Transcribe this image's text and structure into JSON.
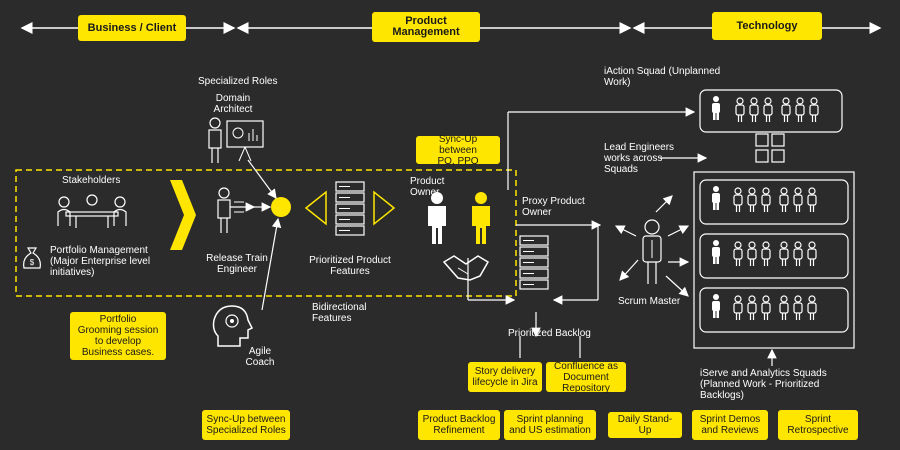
{
  "headers": {
    "business": "Business / Client",
    "product": "Product Management",
    "technology": "Technology"
  },
  "labels": {
    "specialized_roles": "Specialized Roles",
    "domain_architect": "Domain\nArchitect",
    "stakeholders": "Stakeholders",
    "portfolio_mgmt": "Portfolio Management\n(Major Enterprise level\ninitiatives)",
    "release_train": "Release Train\nEngineer",
    "prioritized_features": "Prioritized Product\nFeatures",
    "product_owner": "Product\nOwner",
    "proxy_product_owner": "Proxy Product\nOwner",
    "bidirectional": "Bidirectional\nFeatures",
    "agile_coach": "Agile\nCoach",
    "prioritized_backlog": "Prioritized Backlog",
    "scrum_master": "Scrum Master",
    "iaction_squad": "iAction Squad (Unplanned\nWork)",
    "lead_engineers": "Lead Engineers\nworks across\nSquads",
    "iserve_squads": "iServe and Analytics Squads\n(Planned Work - Prioritized\nBacklogs)"
  },
  "boxes": {
    "sync_po_ppo": "Sync-Up between\nPO, PPO",
    "portfolio_grooming": "Portfolio\nGrooming session\nto develop\nBusiness cases.",
    "story_delivery": "Story delivery\nlifecycle in Jira",
    "confluence": "Confluence as\nDocument\nRepository",
    "sync_specialized": "Sync-Up between\nSpecialized Roles",
    "backlog_refinement": "Product Backlog\nRefinement",
    "sprint_planning": "Sprint planning\nand US estimation",
    "daily_standup": "Daily Stand-Up",
    "sprint_demos": "Sprint Demos\nand Reviews",
    "sprint_retro": "Sprint\nRetrospective"
  },
  "colors": {
    "background": "#2b2b2b",
    "accent": "#ffe600",
    "line": "#ffffff"
  },
  "icons": [
    "people-meeting-icon",
    "money-bag-icon",
    "presenter-icon",
    "chevron-icon",
    "server-stack-icon",
    "person-icon",
    "handshake-icon",
    "head-gear-icon",
    "team-icon"
  ]
}
